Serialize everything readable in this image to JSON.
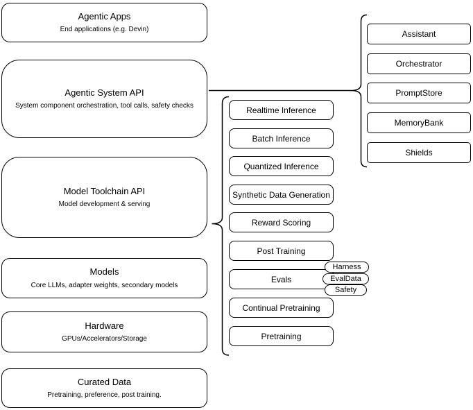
{
  "canvas": {
    "background": "#ffffff",
    "stroke_color": "#000000"
  },
  "stack": [
    {
      "title": "Agentic Apps",
      "subtitle": "End applications (e.g. Devin)"
    },
    {
      "title": "Agentic System API",
      "subtitle": "System component orchestration, tool calls, safety checks"
    },
    {
      "title": "Model Toolchain API",
      "subtitle": "Model development & serving"
    },
    {
      "title": "Models",
      "subtitle": "Core LLMs, adapter weights, secondary models"
    },
    {
      "title": "Hardware",
      "subtitle": "GPUs/Accelerators/Storage"
    },
    {
      "title": "Curated Data",
      "subtitle": "Pretraining, preference, post training."
    }
  ],
  "toolchain_items": [
    "Realtime Inference",
    "Batch Inference",
    "Quantized Inference",
    "Synthetic Data Generation",
    "Reward Scoring",
    "Post Training",
    "Evals",
    "Continual Pretraining",
    "Pretraining"
  ],
  "eval_tags": [
    "Harness",
    "EvalData",
    "Safety"
  ],
  "system_components": [
    "Assistant",
    "Orchestrator",
    "PromptStore",
    "MemoryBank",
    "Shields"
  ]
}
